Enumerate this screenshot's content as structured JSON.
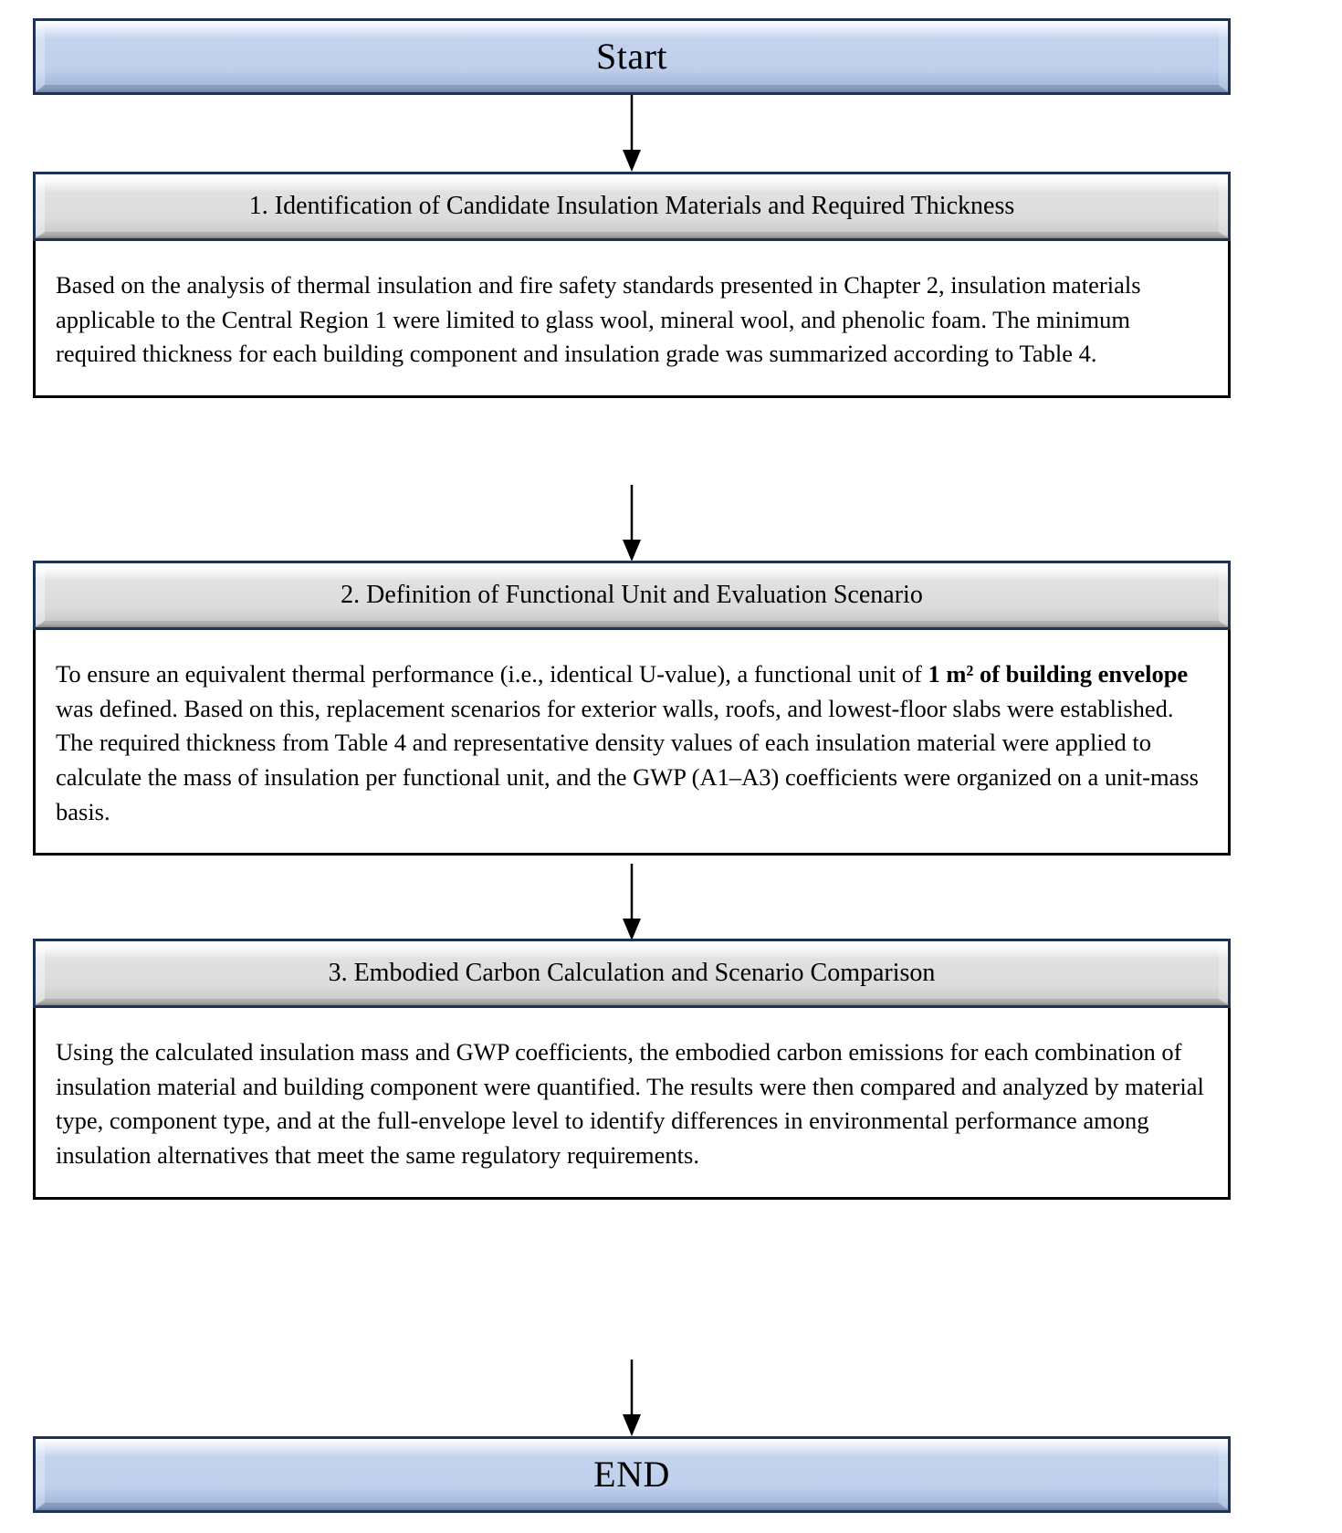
{
  "diagram": {
    "title": "Research methodology flowchart",
    "colors": {
      "terminator_fill": "#bfd0ec",
      "terminator_border": "#1f3255",
      "step_header_fill": "#dcdcdc",
      "step_header_border": "#1f3255",
      "body_border": "#000000",
      "body_fill": "#ffffff",
      "arrow": "#000000"
    }
  },
  "start": {
    "label": "Start"
  },
  "end": {
    "label": "END"
  },
  "steps": [
    {
      "header": "1. Identification of Candidate Insulation Materials and Required Thickness",
      "body_html": "Based on the analysis of thermal insulation and fire safety standards presented in Chapter 2, insulation materials applicable to the Central Region 1 were limited to glass wool, mineral wool, and phenolic foam. The minimum required thickness for each building component and insulation grade was summarized according to Table 4."
    },
    {
      "header": "2. Definition of Functional Unit and Evaluation Scenario",
      "body_html": "To ensure an equivalent thermal performance (i.e., identical U-value), a functional unit of <b>1 m² of building envelope</b> was defined. Based on this, replacement scenarios for exterior walls, roofs, and lowest-floor slabs were established. The required thickness from Table 4 and representative density values of each insulation material were applied to calculate the mass of insulation per functional unit, and the GWP (A1–A3) coefficients were organized on a unit-mass basis."
    },
    {
      "header": "3. Embodied Carbon Calculation and Scenario Comparison",
      "body_html": "Using the calculated insulation mass and GWP coefficients, the embodied carbon emissions for each combination of insulation material and building component were quantified. The results were then compared and analyzed by material type, component type, and at the full-envelope level to identify differences in environmental performance among insulation alternatives that meet the same regulatory requirements."
    }
  ],
  "connectors": [
    {
      "name": "start-to-step-1"
    },
    {
      "name": "step-1-to-step-2"
    },
    {
      "name": "step-2-to-step-3"
    },
    {
      "name": "step-3-to-end"
    }
  ]
}
